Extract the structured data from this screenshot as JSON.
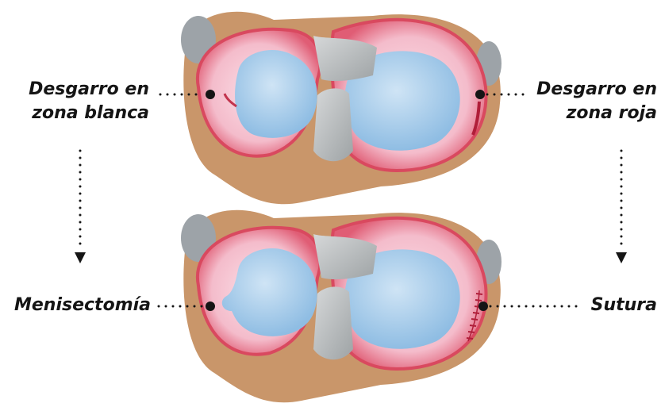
{
  "colors": {
    "meniscus_pink": "#f4bccb",
    "meniscus_edge": "#d9495f",
    "cartilage_blue": "#a9cdea",
    "ligament_gray": "#b9bcbd",
    "bone_tan": "#c9966a",
    "text": "#151515"
  },
  "labels": {
    "top_left": {
      "line1": "Desgarro en",
      "line2": "zona blanca"
    },
    "top_right": {
      "line1": "Desgarro en",
      "line2": "zona roja"
    },
    "bottom_left": "Menisectomía",
    "bottom_right": "Sutura"
  }
}
